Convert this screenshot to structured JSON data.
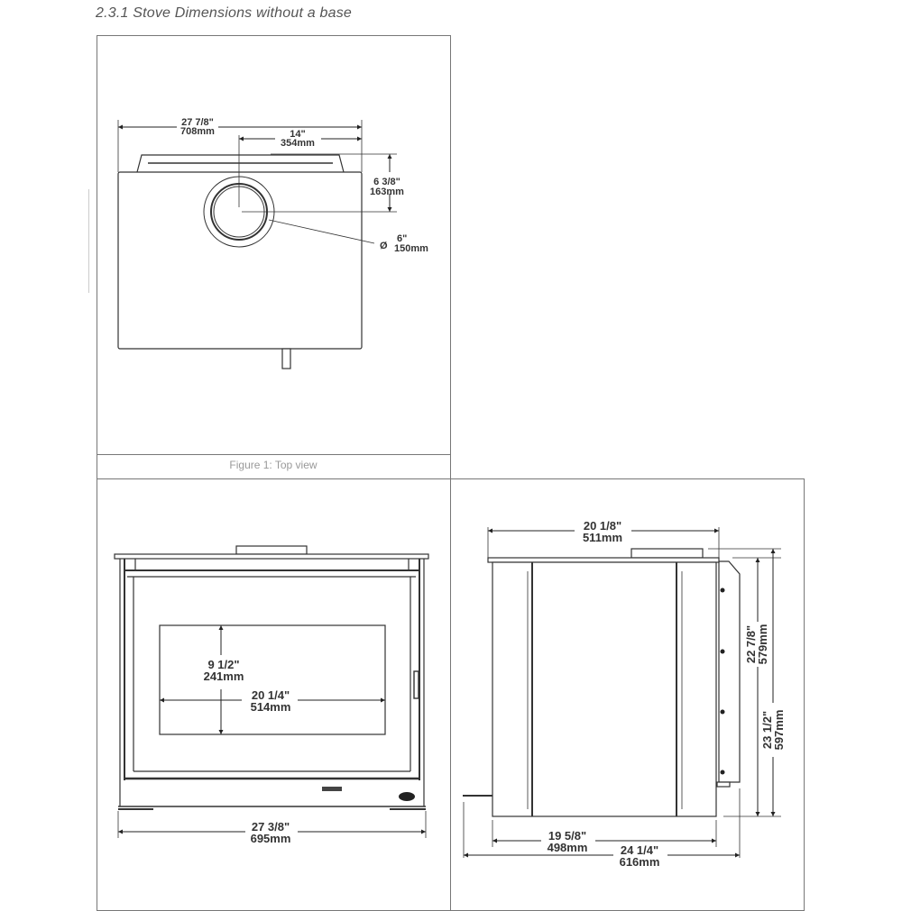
{
  "heading": "2.3.1  Stove Dimensions without a base",
  "figures": {
    "top_view": {
      "caption": "Figure 1: Top view",
      "dimensions": {
        "overall_width_in": "27 7/8\"",
        "overall_width_mm": "708mm",
        "flue_offset_in": "14\"",
        "flue_offset_mm": "354mm",
        "flue_depth_in": "6 3/8\"",
        "flue_depth_mm": "163mm",
        "flue_diameter_symbol": "Ø",
        "flue_diameter_in": "6\"",
        "flue_diameter_mm": "150mm"
      }
    },
    "front_view": {
      "dimensions": {
        "glass_height_in": "9 1/2\"",
        "glass_height_mm": "241mm",
        "glass_width_in": "20 1/4\"",
        "glass_width_mm": "514mm",
        "overall_width_in": "27 3/8\"",
        "overall_width_mm": "695mm"
      }
    },
    "side_view": {
      "dimensions": {
        "top_depth_in": "20 1/8\"",
        "top_depth_mm": "511mm",
        "body_height_in": "22 7/8\"",
        "body_height_mm": "579mm",
        "overall_height_in": "23 1/2\"",
        "overall_height_mm": "597mm",
        "body_depth_in": "19 5/8\"",
        "body_depth_mm": "498mm",
        "overall_depth_in": "24 1/4\"",
        "overall_depth_mm": "616mm"
      }
    }
  }
}
